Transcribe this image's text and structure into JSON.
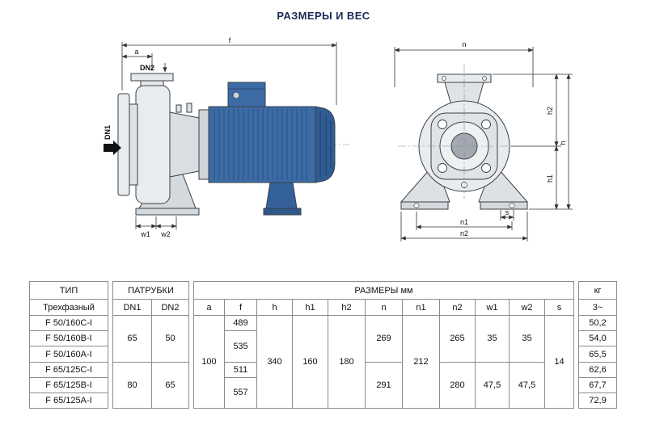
{
  "page": {
    "title": "РАЗМЕРЫ И ВЕС"
  },
  "drawings": {
    "side_view": {
      "labels": {
        "f": "f",
        "a": "a",
        "dn1": "DN1",
        "dn2": "DN2",
        "w1": "w1",
        "w2": "w2"
      }
    },
    "front_view": {
      "labels": {
        "n": "n",
        "h": "h",
        "h1": "h1",
        "h2": "h2",
        "s": "s",
        "n1": "n1",
        "n2": "n2"
      }
    }
  },
  "table": {
    "header": {
      "type": "ТИП",
      "connections": "ПАТРУБКИ",
      "dimensions": "РАЗМЕРЫ мм",
      "weight": "кг"
    },
    "subheader": {
      "phase": "Трехфазный",
      "dn1": "DN1",
      "dn2": "DN2",
      "cols": [
        "a",
        "f",
        "h",
        "h1",
        "h2",
        "n",
        "n1",
        "n2",
        "w1",
        "w2",
        "s"
      ],
      "weight": "3~"
    },
    "rows": [
      {
        "model": "F 50/160C-I",
        "kg": "50,2"
      },
      {
        "model": "F 50/160B-I",
        "kg": "54,0"
      },
      {
        "model": "F 50/160A-I",
        "kg": "65,5"
      },
      {
        "model": "F 65/125C-I",
        "kg": "62,6"
      },
      {
        "model": "F 65/125B-I",
        "kg": "67,7"
      },
      {
        "model": "F 65/125A-I",
        "kg": "72,9"
      }
    ],
    "values": {
      "group1": {
        "dn1": "65",
        "dn2": "50",
        "n": "269",
        "n2": "265",
        "w1": "35",
        "w2": "35"
      },
      "group2": {
        "dn1": "80",
        "dn2": "65",
        "n": "291",
        "n2": "280",
        "w1": "47,5",
        "w2": "47,5"
      },
      "common": {
        "a": "100",
        "h": "340",
        "h1": "160",
        "h2": "180",
        "n1": "212",
        "s": "14"
      },
      "f": [
        "489",
        "535",
        "511",
        "557"
      ]
    }
  }
}
